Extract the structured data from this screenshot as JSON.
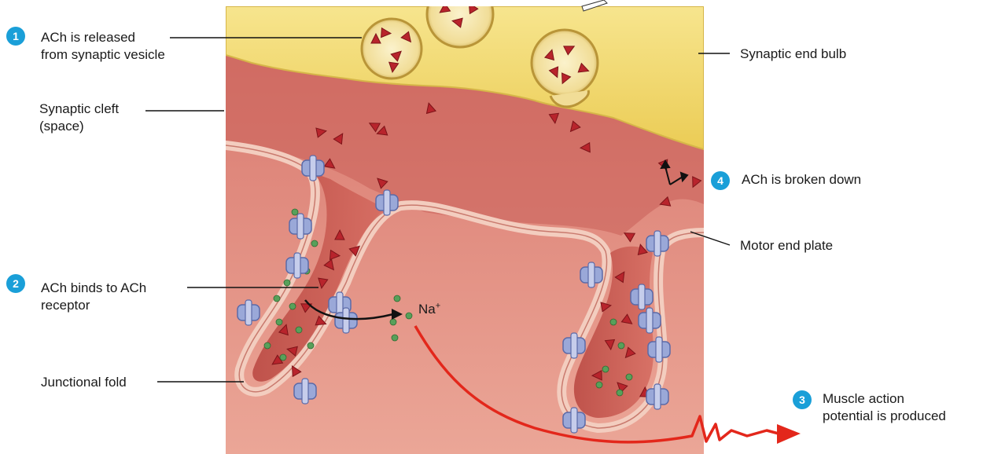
{
  "colors": {
    "end_bulb": "#f2d86a",
    "cleft": "#d9786f",
    "muscle": "#e79b8f",
    "membrane": "#f5d2c6",
    "receptor": "#9aa8d8",
    "ach": "#b8242c",
    "sodium": "#58a05a",
    "action_potential": "#e3271b",
    "badge": "#1a9fd8"
  },
  "steps": [
    {
      "number": "1",
      "text": "ACh is released\nfrom synaptic vesicle"
    },
    {
      "number": "2",
      "text": "ACh binds to ACh\nreceptor"
    },
    {
      "number": "3",
      "text": "Muscle action\npotential is produced"
    },
    {
      "number": "4",
      "text": "ACh is broken down"
    }
  ],
  "structures": {
    "synaptic_end_bulb": "Synaptic end bulb",
    "synaptic_cleft": "Synaptic cleft\n(space)",
    "motor_end_plate": "Motor end plate",
    "junctional_fold": "Junctional fold"
  },
  "ion": {
    "symbol": "Na",
    "charge": "+"
  }
}
